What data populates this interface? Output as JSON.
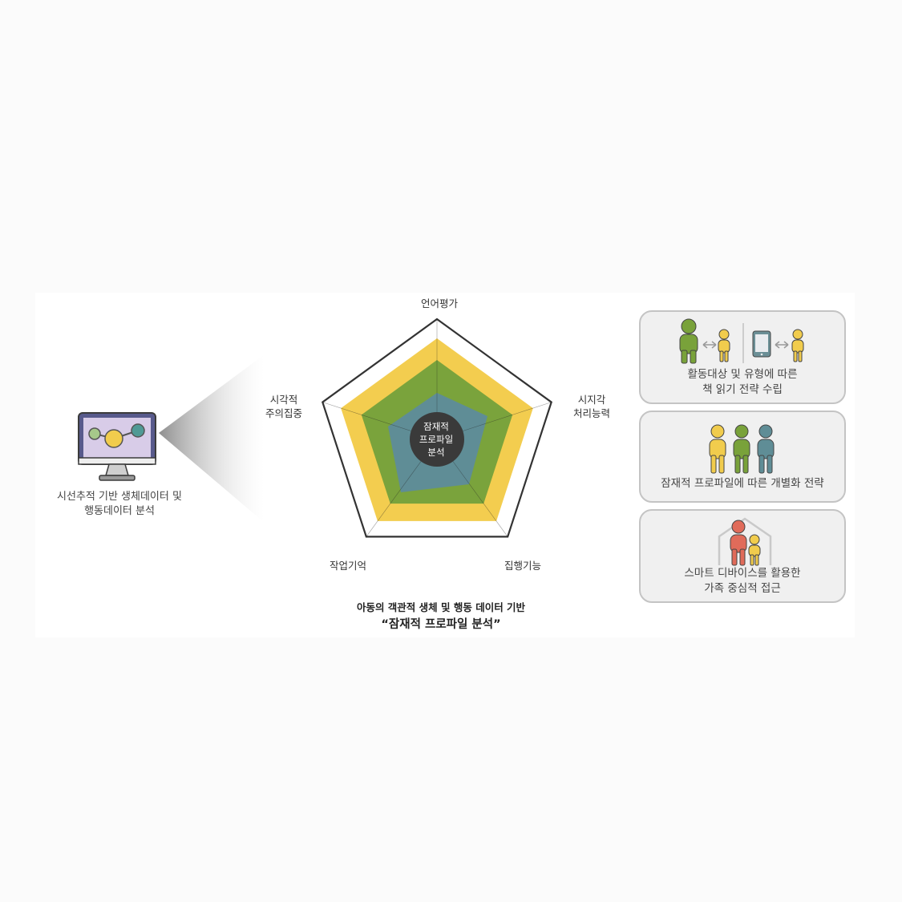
{
  "left_section": {
    "caption_line1": "시선추적 기반 생체데이터 및",
    "caption_line2": "행동데이터 분석",
    "monitor_icon": "monitor-network-icon"
  },
  "radar": {
    "axes": [
      {
        "label_lines": [
          "언어평가"
        ]
      },
      {
        "label_lines": [
          "시지각",
          "처리능력"
        ]
      },
      {
        "label_lines": [
          "집행기능"
        ]
      },
      {
        "label_lines": [
          "작업기억"
        ]
      },
      {
        "label_lines": [
          "시각적",
          "주의집중"
        ]
      }
    ],
    "center_lines": [
      "잠재적",
      "프로파일",
      "분석"
    ],
    "colors": {
      "outline": "#333333",
      "yellow": "#f3cd4f",
      "green": "#7aa33c",
      "blue": "#5f8d96",
      "center": "#3a3a3a"
    }
  },
  "bottom_title": {
    "line1": "아동의 객관적 생체 및 행동 데이터 기반",
    "line2": "“잠재적 프로파일 분석”"
  },
  "cards": [
    {
      "text_lines": [
        "활동대상 및 유형에 따른",
        "책 읽기 전략 수립"
      ],
      "icons": [
        "adult-green-icon",
        "double-arrow-icon",
        "child-yellow-icon",
        "tablet-icon",
        "double-arrow-icon",
        "child-yellow-icon"
      ]
    },
    {
      "text_lines": [
        "잠재적 프로파일에 따른 개별화 전략"
      ],
      "icons": [
        "person-yellow-icon",
        "person-green-icon",
        "person-teal-icon"
      ]
    },
    {
      "text_lines": [
        "스마트 디바이스를 활용한",
        "가족 중심적 접근"
      ],
      "icons": [
        "house-icon",
        "parent-red-icon",
        "child-yellow-icon"
      ]
    }
  ]
}
